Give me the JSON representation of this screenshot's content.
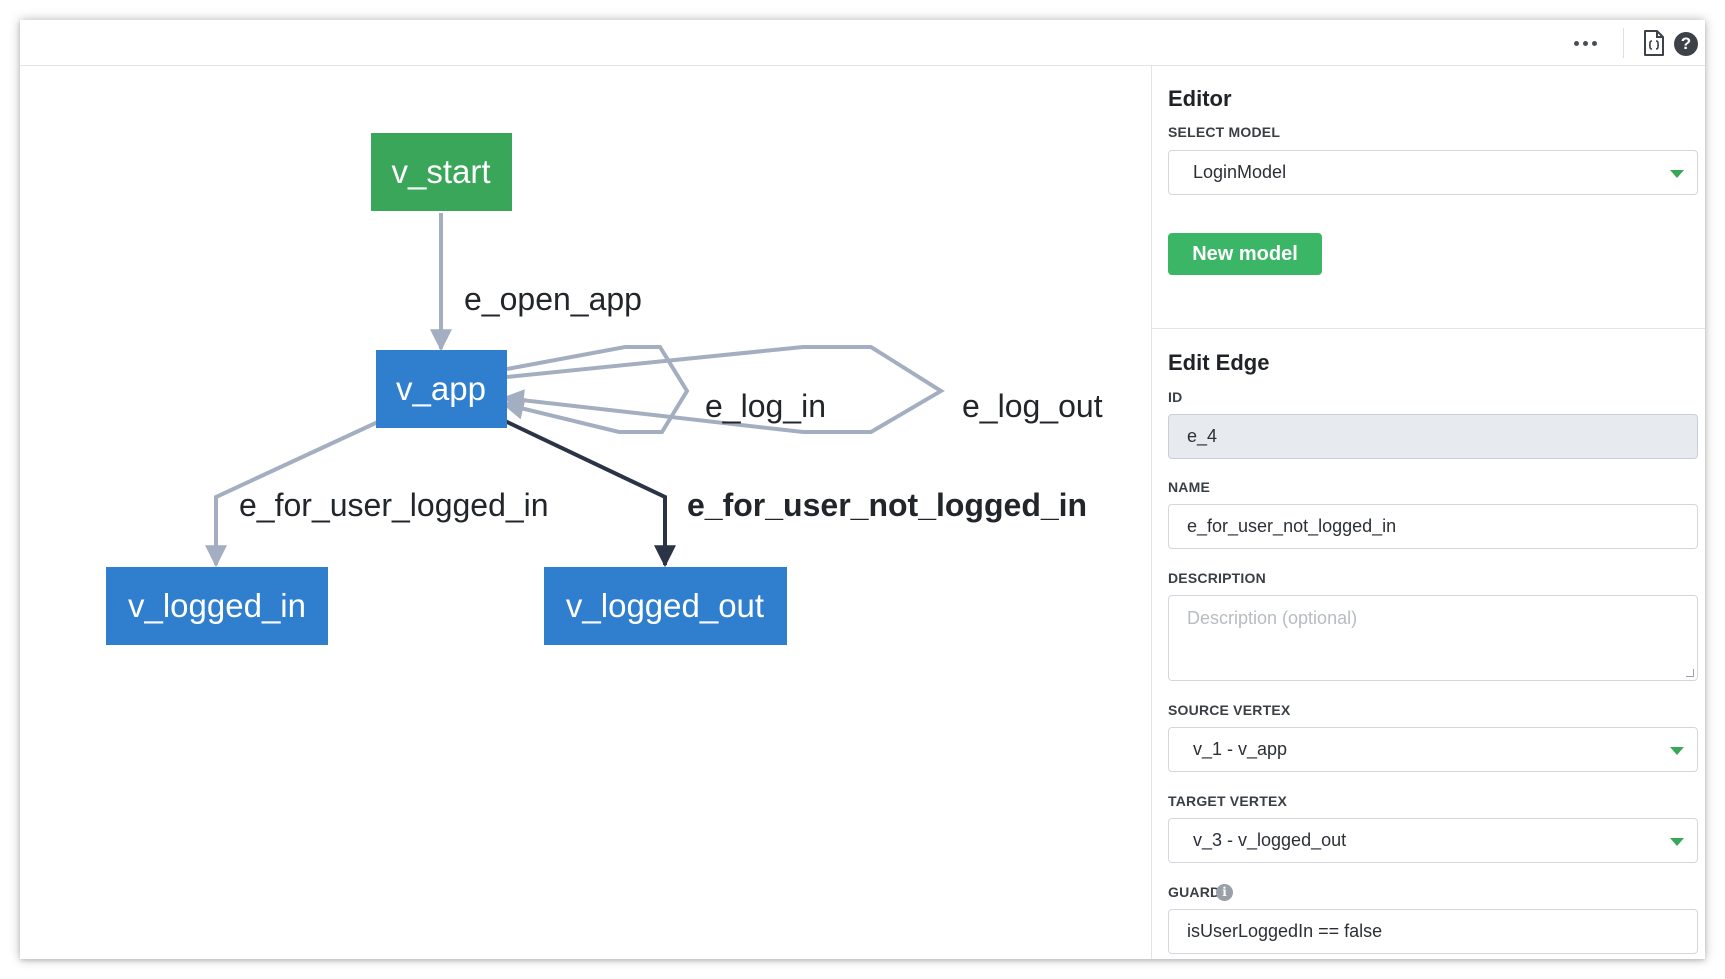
{
  "toolbar": {
    "more_icon": "more-horizontal-icon",
    "code_icon": "code-file-icon",
    "help_icon": "help-circle-icon",
    "help_glyph": "?"
  },
  "graph": {
    "vertices": [
      {
        "id": "v_start",
        "label": "v_start",
        "color": "#3aa65a",
        "kind": "start"
      },
      {
        "id": "v_app",
        "label": "v_app",
        "color": "#2f7fce",
        "kind": "normal"
      },
      {
        "id": "v_logged_in",
        "label": "v_logged_in",
        "color": "#2f7fce",
        "kind": "normal"
      },
      {
        "id": "v_logged_out",
        "label": "v_logged_out",
        "color": "#2f7fce",
        "kind": "normal"
      }
    ],
    "edges": [
      {
        "id": "e_open_app",
        "label": "e_open_app",
        "source": "v_start",
        "target": "v_app",
        "selected": false
      },
      {
        "id": "e_log_in",
        "label": "e_log_in",
        "source": "v_app",
        "target": "v_app",
        "selected": false
      },
      {
        "id": "e_log_out",
        "label": "e_log_out",
        "source": "v_app",
        "target": "v_app",
        "selected": false
      },
      {
        "id": "e_for_user_logged_in",
        "label": "e_for_user_logged_in",
        "source": "v_app",
        "target": "v_logged_in",
        "selected": false
      },
      {
        "id": "e_for_user_not_logged_in",
        "label": "e_for_user_not_logged_in",
        "source": "v_app",
        "target": "v_logged_out",
        "selected": true
      }
    ],
    "colors": {
      "edge": "#a3aec0",
      "edge_selected": "#2b3446",
      "label": "#22262b"
    }
  },
  "editor": {
    "title": "Editor",
    "select_model_label": "SELECT MODEL",
    "selected_model": "LoginModel",
    "new_model_label": "New model",
    "accent_color": "#3bb666"
  },
  "edit_edge": {
    "title": "Edit Edge",
    "id_label": "ID",
    "id_value": "e_4",
    "name_label": "NAME",
    "name_value": "e_for_user_not_logged_in",
    "description_label": "DESCRIPTION",
    "description_placeholder": "Description (optional)",
    "source_label": "SOURCE VERTEX",
    "source_value": "v_1 - v_app",
    "target_label": "TARGET VERTEX",
    "target_value": "v_3 - v_logged_out",
    "guard_label": "GUARD",
    "guard_info_icon": "info-circle-icon",
    "guard_info_glyph": "i",
    "guard_value": "isUserLoggedIn == false"
  }
}
